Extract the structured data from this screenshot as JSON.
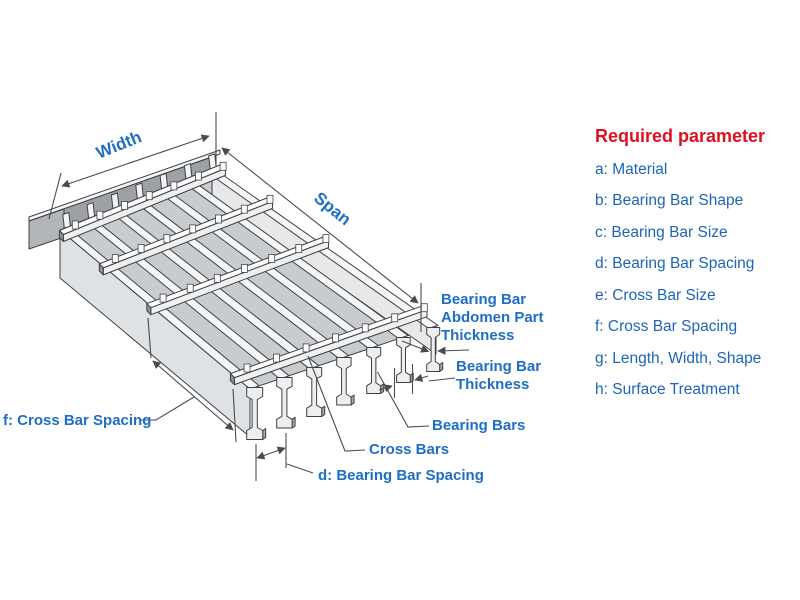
{
  "diagram": {
    "dimension_labels": {
      "width": "Width",
      "span": "Span"
    },
    "part_labels": {
      "abdomen_line1": "Bearing Bar",
      "abdomen_line2": "Abdomen Part",
      "abdomen_line3": "Thickness",
      "bar_thickness_line1": "Bearing Bar",
      "bar_thickness_line2": "Thickness",
      "bearing_bars": "Bearing Bars",
      "cross_bars": "Cross Bars",
      "bearing_bar_spacing": "d: Bearing Bar Spacing",
      "cross_bar_spacing": "f: Cross Bar Spacing"
    }
  },
  "parameters": {
    "title": "Required parameter",
    "items": [
      {
        "label": "a: Material"
      },
      {
        "label": "b: Bearing Bar Shape"
      },
      {
        "label": "c: Bearing Bar Size"
      },
      {
        "label": "d: Bearing Bar Spacing"
      },
      {
        "label": "e: Cross Bar Size"
      },
      {
        "label": "f: Cross Bar Spacing"
      },
      {
        "label": "g: Length, Width, Shape"
      },
      {
        "label": "h: Surface Treatment"
      }
    ]
  },
  "colors": {
    "label_blue": "#1f6ec6",
    "list_blue": "#1d65b8",
    "title_red": "#df1021",
    "line_gray": "#4a4b4d",
    "grating_light": "#f5f6f7",
    "grating_shadow": "#c9cccf",
    "band_plate": "#b2b5b9",
    "band_shadow": "#9da1a5"
  }
}
